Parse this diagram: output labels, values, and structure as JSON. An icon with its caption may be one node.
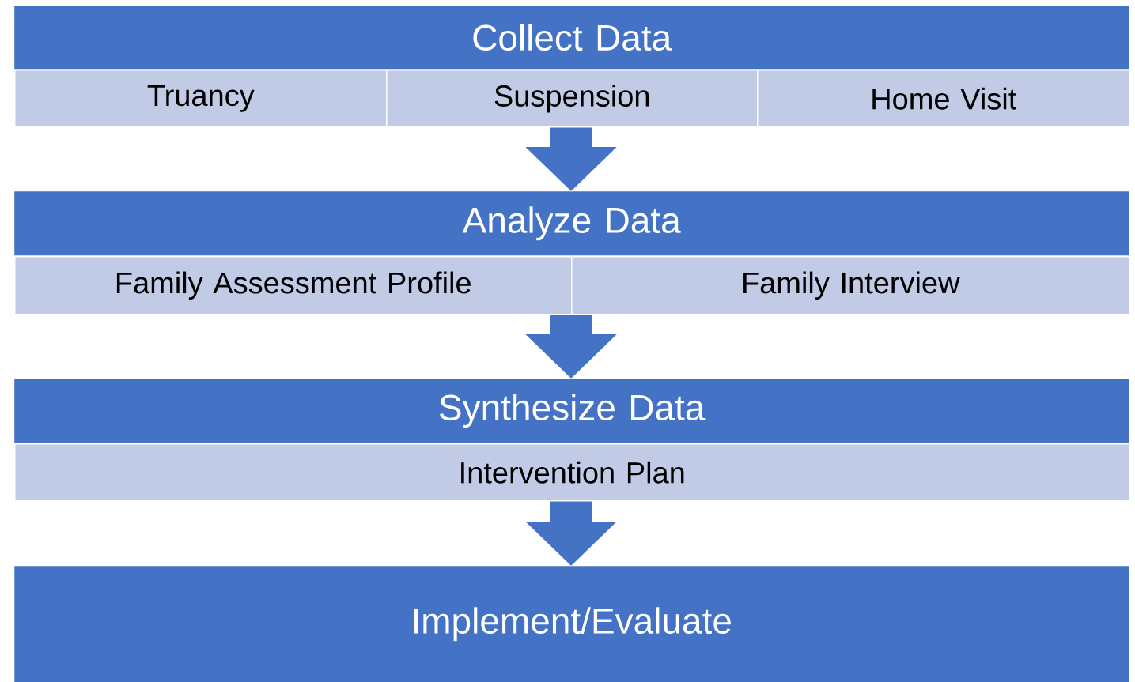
{
  "diagram": {
    "nodes": [
      {
        "text": [
          "Collect Data"
        ]
      },
      {
        "text": [
          "Truancy"
        ]
      },
      {
        "text": [
          "Suspension"
        ]
      },
      {
        "text": [
          "Home Visit"
        ]
      },
      {
        "text": [
          "Analyze Data"
        ]
      },
      {
        "text": [
          "Family Assessment Profile"
        ]
      },
      {
        "text": [
          "Family Interview"
        ]
      },
      {
        "text": [
          "Synthesize Data"
        ]
      },
      {
        "text": [
          "Intervention Plan"
        ]
      },
      {
        "text": [
          "Implement/Evaluate"
        ]
      }
    ],
    "edges": [
      {
        "from": 2,
        "to": 4,
        "arrow": "to"
      },
      {
        "from": 5,
        "to": 7,
        "arrow": "to"
      },
      {
        "from": 8,
        "to": 9,
        "arrow": "to"
      }
    ]
  }
}
